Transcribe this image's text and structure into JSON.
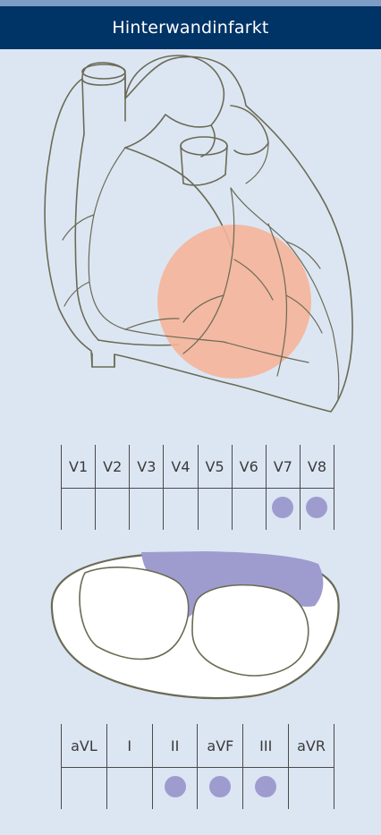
{
  "title": "Hinterwandinfarkt",
  "colors": {
    "header_bg": "#003366",
    "panel_bg": "#dce6f3",
    "infarct_area": "#f5b49a",
    "marker": "#9e9ccf"
  },
  "chest_leads": {
    "labels": [
      "V1",
      "V2",
      "V3",
      "V4",
      "V5",
      "V6",
      "V7",
      "V8"
    ],
    "affected": [
      false,
      false,
      false,
      false,
      false,
      false,
      true,
      true
    ]
  },
  "limb_leads": {
    "labels": [
      "aVL",
      "I",
      "II",
      "aVF",
      "III",
      "aVR"
    ],
    "affected": [
      false,
      false,
      true,
      true,
      true,
      false
    ]
  }
}
